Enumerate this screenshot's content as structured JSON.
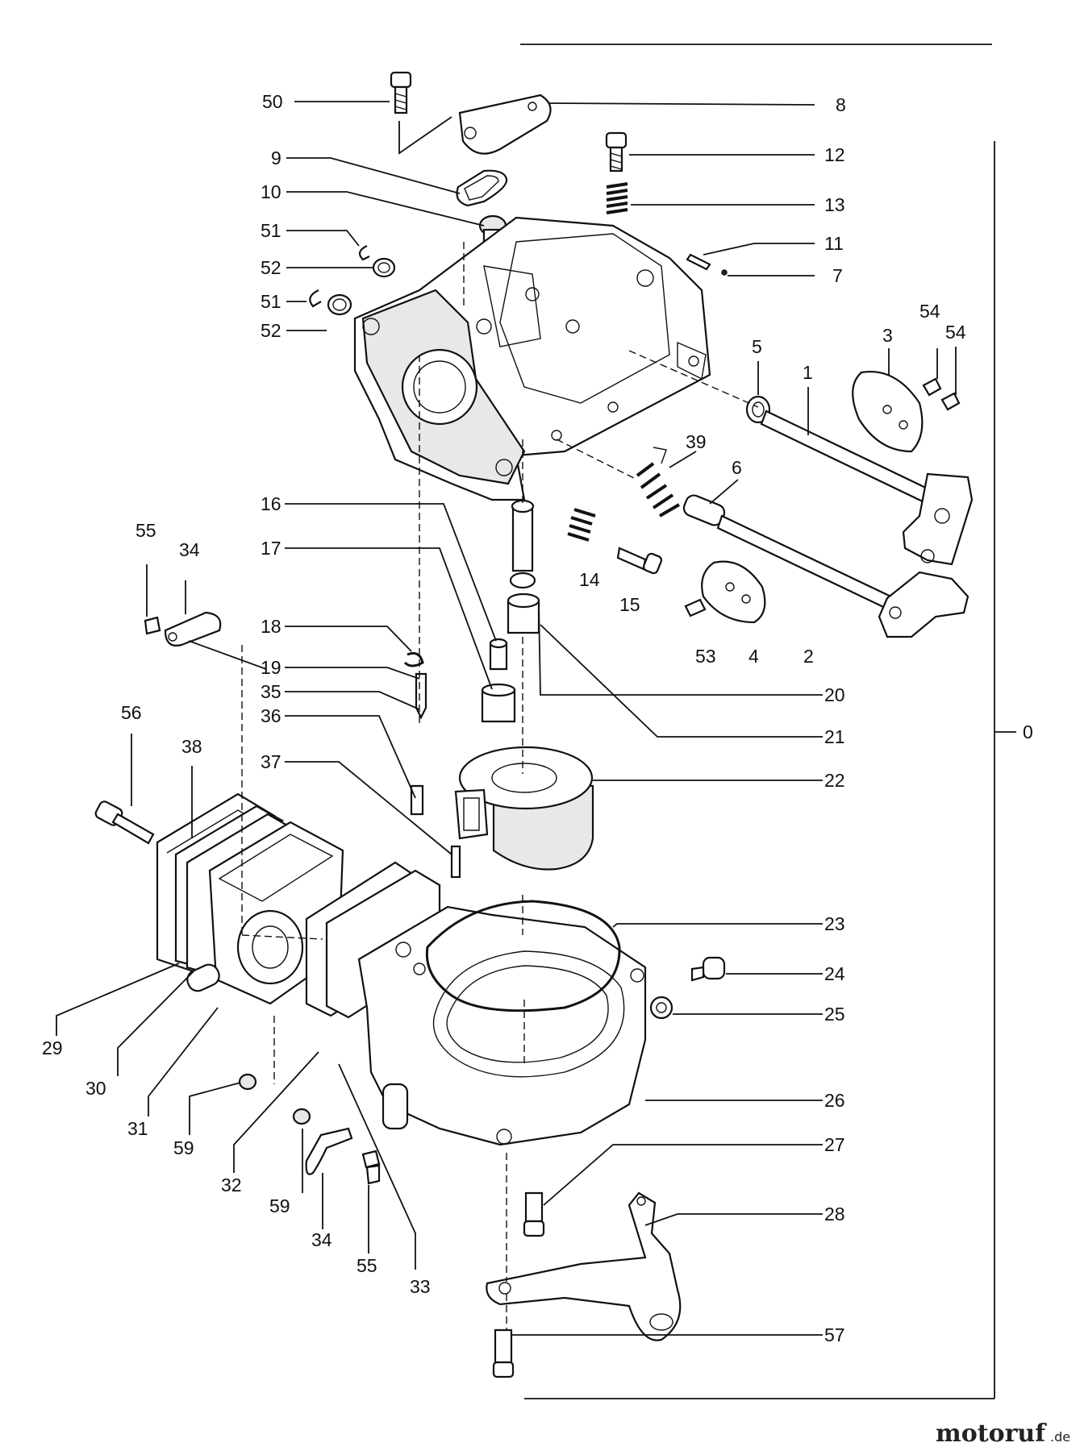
{
  "diagram": {
    "labels": [
      {
        "id": "50",
        "text": "50"
      },
      {
        "id": "8",
        "text": "8"
      },
      {
        "id": "9",
        "text": "9"
      },
      {
        "id": "12",
        "text": "12"
      },
      {
        "id": "10",
        "text": "10"
      },
      {
        "id": "13",
        "text": "13"
      },
      {
        "id": "51a",
        "text": "51"
      },
      {
        "id": "11",
        "text": "11"
      },
      {
        "id": "52a",
        "text": "52"
      },
      {
        "id": "7",
        "text": "7"
      },
      {
        "id": "51b",
        "text": "51"
      },
      {
        "id": "54a",
        "text": "54"
      },
      {
        "id": "54b",
        "text": "54"
      },
      {
        "id": "52b",
        "text": "52"
      },
      {
        "id": "5",
        "text": "5"
      },
      {
        "id": "3",
        "text": "3"
      },
      {
        "id": "1",
        "text": "1"
      },
      {
        "id": "39",
        "text": "39"
      },
      {
        "id": "6",
        "text": "6"
      },
      {
        "id": "16",
        "text": "16"
      },
      {
        "id": "55a",
        "text": "55"
      },
      {
        "id": "34a",
        "text": "34"
      },
      {
        "id": "17",
        "text": "17"
      },
      {
        "id": "14",
        "text": "14"
      },
      {
        "id": "15",
        "text": "15"
      },
      {
        "id": "18",
        "text": "18"
      },
      {
        "id": "53",
        "text": "53"
      },
      {
        "id": "4",
        "text": "4"
      },
      {
        "id": "2",
        "text": "2"
      },
      {
        "id": "19",
        "text": "19"
      },
      {
        "id": "20",
        "text": "20"
      },
      {
        "id": "35",
        "text": "35"
      },
      {
        "id": "56",
        "text": "56"
      },
      {
        "id": "36",
        "text": "36"
      },
      {
        "id": "0",
        "text": "0"
      },
      {
        "id": "21",
        "text": "21"
      },
      {
        "id": "38",
        "text": "38"
      },
      {
        "id": "37",
        "text": "37"
      },
      {
        "id": "22",
        "text": "22"
      },
      {
        "id": "23",
        "text": "23"
      },
      {
        "id": "24",
        "text": "24"
      },
      {
        "id": "25",
        "text": "25"
      },
      {
        "id": "29",
        "text": "29"
      },
      {
        "id": "30",
        "text": "30"
      },
      {
        "id": "26",
        "text": "26"
      },
      {
        "id": "31",
        "text": "31"
      },
      {
        "id": "27",
        "text": "27"
      },
      {
        "id": "59a",
        "text": "59"
      },
      {
        "id": "32",
        "text": "32"
      },
      {
        "id": "28",
        "text": "28"
      },
      {
        "id": "59b",
        "text": "59"
      },
      {
        "id": "34b",
        "text": "34"
      },
      {
        "id": "55b",
        "text": "55"
      },
      {
        "id": "33",
        "text": "33"
      },
      {
        "id": "57",
        "text": "57"
      }
    ]
  },
  "watermark": {
    "brand": "motoruf",
    "suffix": ".de"
  }
}
